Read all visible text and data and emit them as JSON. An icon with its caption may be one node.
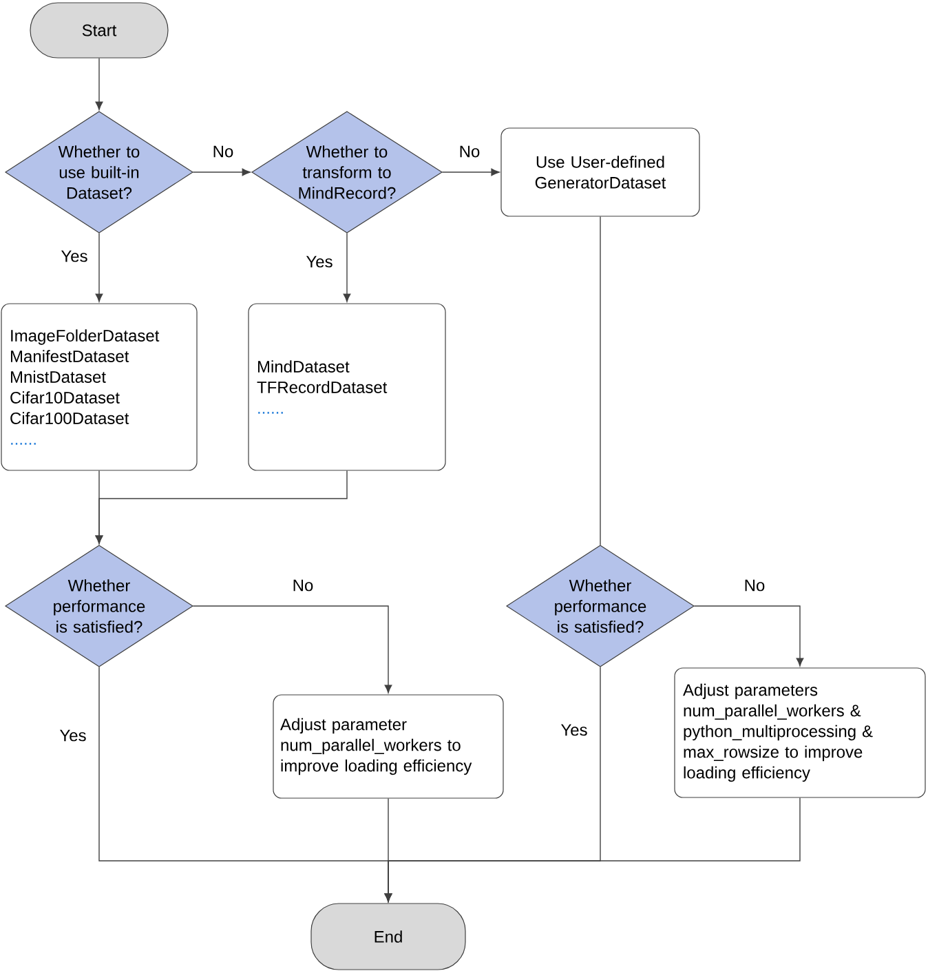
{
  "diagram": {
    "nodes": [
      {
        "text": [
          "Start"
        ]
      },
      {
        "text": [
          "Whether to use built-in Dataset?"
        ]
      },
      {
        "text": [
          "Whether to transform to MindRecord?"
        ]
      },
      {
        "text": [
          "Use User-defined GeneratorDataset"
        ]
      },
      {
        "text": [
          "ImageFolderDataset",
          "ManifestDataset",
          "MnistDataset",
          "Cifar10Dataset",
          "Cifar100Dataset",
          "......"
        ]
      },
      {
        "text": [
          "MindDataset",
          "TFRecordDataset",
          "......"
        ]
      },
      {
        "text": [
          "Whether performance is satisfied?"
        ]
      },
      {
        "text": [
          "Adjust parameter num_parallel_workers to improve loading efficiency"
        ]
      },
      {
        "text": [
          "Whether performance is satisfied?"
        ]
      },
      {
        "text": [
          "Adjust parameters num_parallel_workers & python_multiprocessing & max_rowsize to improve loading efficiency"
        ]
      },
      {
        "text": [
          "End"
        ]
      }
    ],
    "edges": [
      {
        "from": 0,
        "to": 1,
        "arrow": "to"
      },
      {
        "from": 1,
        "to": 2,
        "arrow": "to",
        "label": "No"
      },
      {
        "from": 2,
        "to": 3,
        "arrow": "to",
        "label": "No"
      },
      {
        "from": 1,
        "to": 4,
        "arrow": "to",
        "label": "Yes"
      },
      {
        "from": 2,
        "to": 5,
        "arrow": "to",
        "label": "Yes"
      },
      {
        "from": 4,
        "to": 6,
        "arrow": "to"
      },
      {
        "from": 5,
        "to": 6,
        "arrow": "to"
      },
      {
        "from": 3,
        "to": 8,
        "arrow": "none"
      },
      {
        "from": 6,
        "to": 7,
        "arrow": "to",
        "label": "No"
      },
      {
        "from": 8,
        "to": 9,
        "arrow": "to",
        "label": "No"
      },
      {
        "from": 6,
        "to": 10,
        "arrow": "to",
        "label": "Yes"
      },
      {
        "from": 7,
        "to": 10,
        "arrow": "to"
      },
      {
        "from": 8,
        "to": 10,
        "arrow": "to",
        "label": "Yes"
      },
      {
        "from": 9,
        "to": 10,
        "arrow": "to"
      }
    ]
  }
}
